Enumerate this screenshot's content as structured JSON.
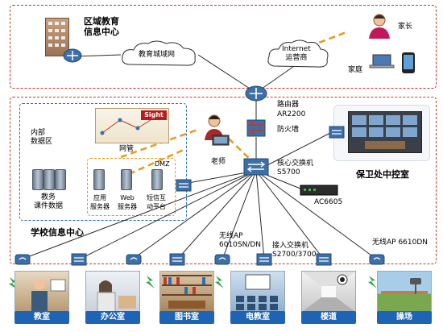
{
  "regions": {
    "region_center": "区域教育\n信息中心",
    "school_center": "学校信息中心",
    "security": "保卫处中控室"
  },
  "clouds": {
    "edu_net": "教育城域网",
    "internet": "Internet\n运营商"
  },
  "home": {
    "parents": "家长",
    "family": "家庭"
  },
  "devices": {
    "router": "路由器\nAR2200",
    "firewall": "防火墙",
    "core_switch": "核心交换机\nS5700",
    "ac": "AC6605",
    "ap_left": "无线AP\n6010SN/DN",
    "access_switch": "接入交换机\nS2700/3700",
    "ap_right": "无线AP 6610DN"
  },
  "datacenter": {
    "internal": "内部\n数据区",
    "teaching": "教务\n课件数据",
    "dmz": "DMZ",
    "app_server": "应用\n服务器",
    "web_server": "Web\n服务器",
    "sms": "短信互\n动平台"
  },
  "monitoring": {
    "sight": "Sight",
    "web_label": "网管"
  },
  "teacher": "老师",
  "locations": [
    {
      "label": "教室"
    },
    {
      "label": "办公室"
    },
    {
      "label": "图书室"
    },
    {
      "label": "电教室"
    },
    {
      "label": "楼道"
    },
    {
      "label": "操场"
    }
  ],
  "colors": {
    "dash_red": "#c0392b",
    "dash_blue": "#2e6fb0",
    "label_blue": "#1f63b4",
    "link_orange": "#e39a1f",
    "wireless_green": "#2fa84a"
  }
}
